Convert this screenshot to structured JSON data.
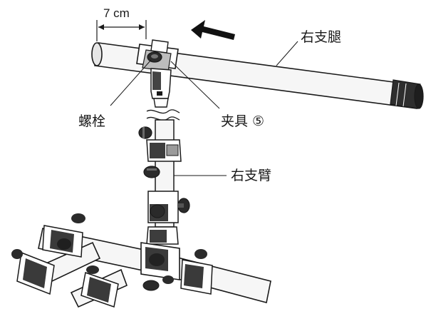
{
  "diagram": {
    "labels": {
      "dimension": "7 cm",
      "right_leg": "右支腿",
      "bolt": "螺栓",
      "clamp": "夹具 ⑤",
      "right_arm": "右支臂"
    },
    "colors": {
      "line": "#1a1a1a",
      "tube_fill": "#f4f4f4",
      "hardware_fill": "#3a3a3a",
      "background": "#ffffff"
    },
    "icons": {
      "direction_arrow": "left-arrow-icon"
    }
  }
}
